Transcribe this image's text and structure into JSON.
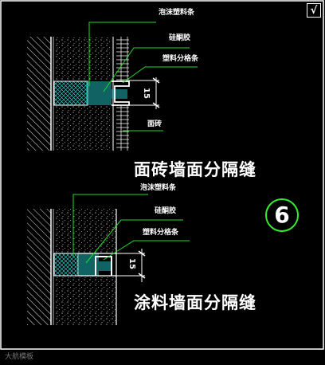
{
  "drawing": {
    "top_detail": {
      "title": "面砖墙面分隔缝",
      "callouts": {
        "foam_strip": "泡沫塑料条",
        "silicone": "硅酮胶",
        "plastic_strip": "塑料分格条",
        "tile": "面砖"
      },
      "dimension": "15"
    },
    "bottom_detail": {
      "title": "涂料墙面分隔缝",
      "callouts": {
        "foam_strip": "泡沫塑料条",
        "silicone": "硅酮胶",
        "plastic_strip": "塑料分格条"
      },
      "dimension": "15"
    },
    "detail_number": "6",
    "check_mark": "√",
    "watermark": "大航模板"
  },
  "colors": {
    "background": "#000000",
    "wall_line": "#ffffff",
    "callout_line": "#22dd22",
    "hatch": "#ffffff",
    "cyan_fill": "#1fb5b5",
    "border": "#ffffff"
  }
}
